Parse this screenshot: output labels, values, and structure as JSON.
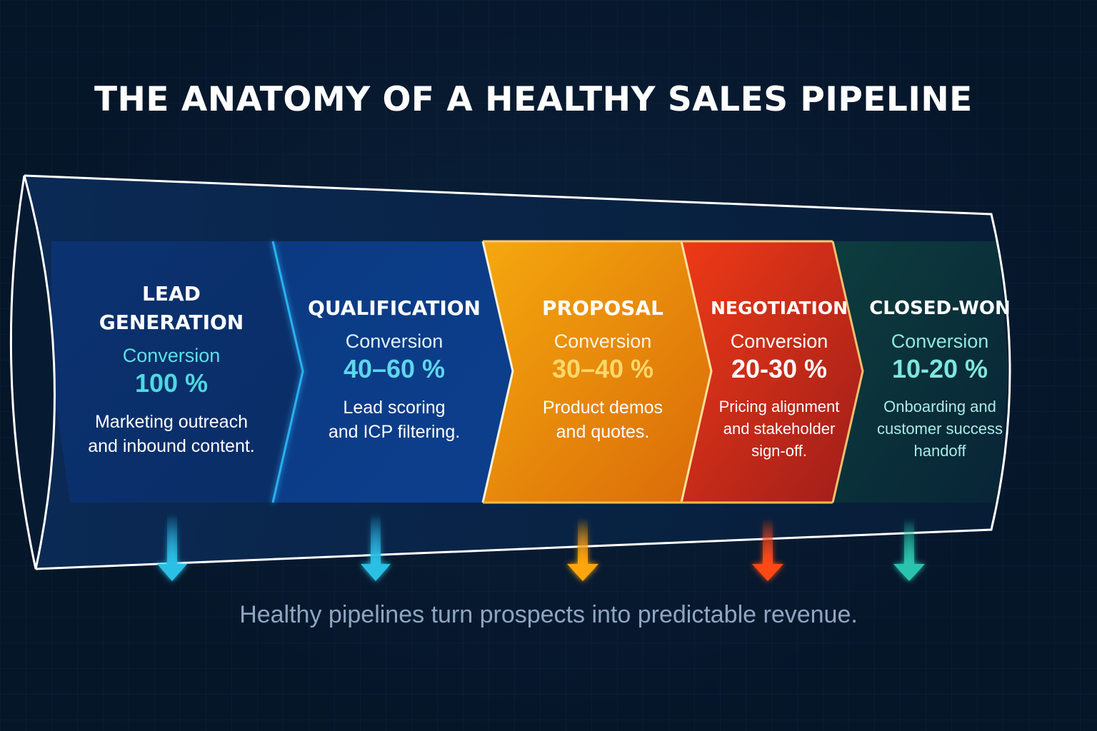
{
  "title": "THE ANATOMY OF A HEALTHY SALES PIPELINE",
  "stages": [
    {
      "name": "LEAD\nGENERATION",
      "conversion_label": "Conversion",
      "conversion_value": "100 %",
      "description": "Marketing outreach\nand inbound content.",
      "color": "#0b3a7a",
      "accent": "#5ee0e6",
      "arrow_color": "#2aa9d9"
    },
    {
      "name": "QUALIFICATION",
      "conversion_label": "Conversion",
      "conversion_value": "40–60 %",
      "description": "Lead scoring\nand ICP filtering.",
      "color": "#0c3f8c",
      "accent": "#5fd6ec",
      "arrow_color": "#2aa9d9"
    },
    {
      "name": "PROPOSAL",
      "conversion_label": "Conversion",
      "conversion_value": "30–40 %",
      "description": "Product demos\nand quotes.",
      "color": "#f29a0c",
      "accent": "#ffd76b",
      "arrow_color": "#f59a12"
    },
    {
      "name": "NEGOTIATION",
      "conversion_label": "Conversion",
      "conversion_value": "20-30 %",
      "description": "Pricing alignment\nand stakeholder\nsign-off.",
      "color": "#d8321c",
      "accent": "#ffffff",
      "arrow_color": "#f0401c"
    },
    {
      "name": "CLOSED-WON",
      "conversion_label": "Conversion",
      "conversion_value": "10-20 %",
      "description": "Onboarding and\ncustomer success\nhandoff",
      "color": "#0c3a3e",
      "accent": "#7fe6e0",
      "arrow_color": "#26b3a0"
    }
  ],
  "caption": "Healthy pipelines turn prospects into predictable revenue."
}
